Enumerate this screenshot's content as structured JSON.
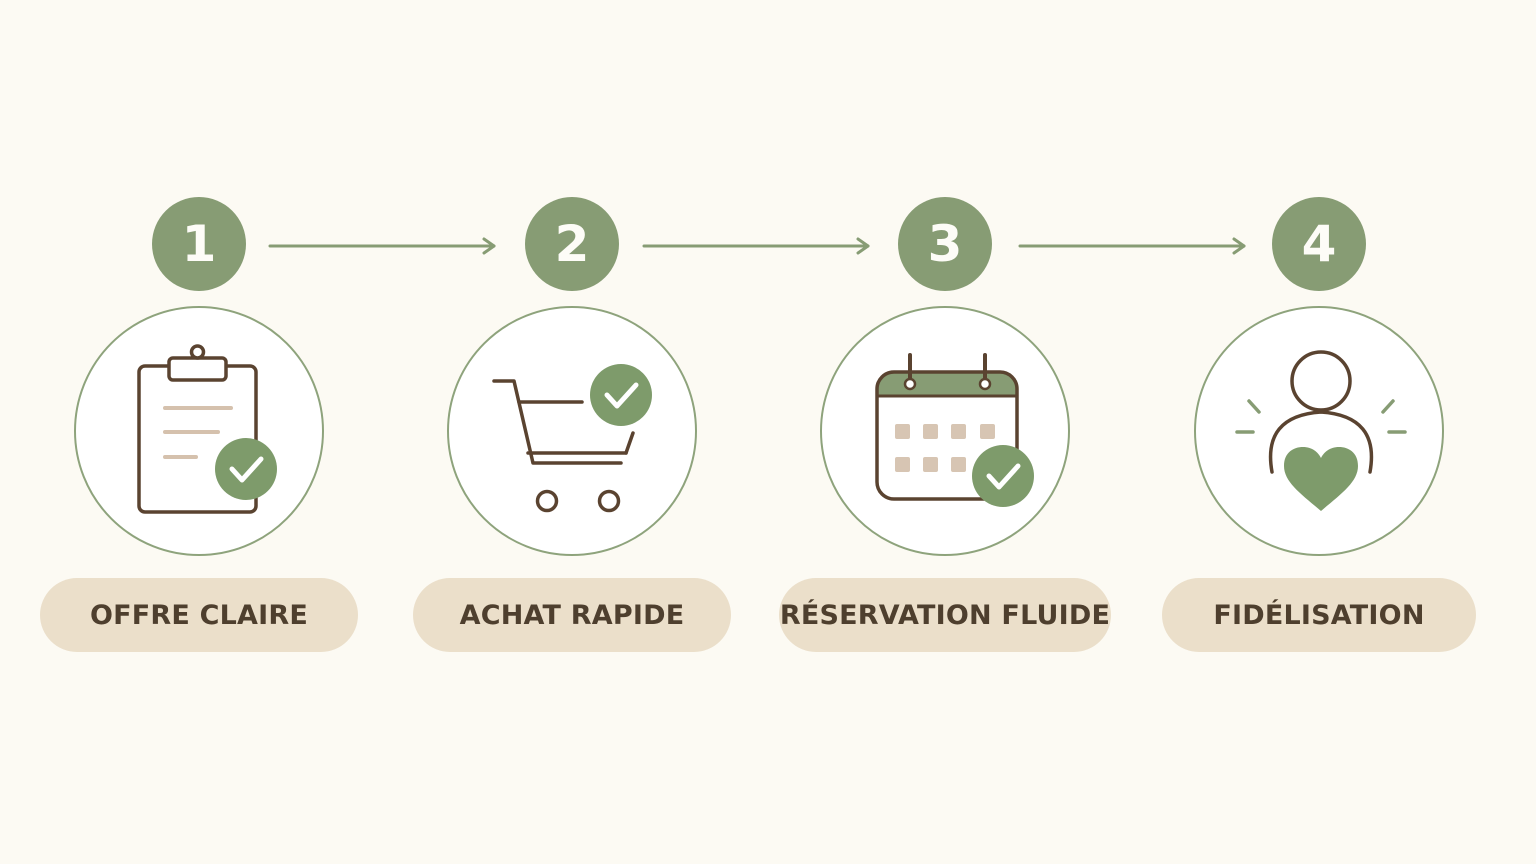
{
  "colors": {
    "background": "#fcfaf3",
    "accent_green": "#879c74",
    "ring_green": "#8ea37c",
    "pill_beige": "#ebdfca",
    "label_brown": "#4e3f2e",
    "icon_brown": "#5a4330"
  },
  "steps": [
    {
      "number": "1",
      "label": "OFFRE CLAIRE",
      "icon": "clipboard-check-icon"
    },
    {
      "number": "2",
      "label": "ACHAT RAPIDE",
      "icon": "shopping-cart-check-icon"
    },
    {
      "number": "3",
      "label": "RÉSERVATION FLUIDE",
      "icon": "calendar-check-icon"
    },
    {
      "number": "4",
      "label": "FIDÉLISATION",
      "icon": "person-heart-icon"
    }
  ],
  "connectors": [
    {
      "from": "1",
      "to": "2"
    },
    {
      "from": "2",
      "to": "3"
    },
    {
      "from": "3",
      "to": "4"
    }
  ]
}
